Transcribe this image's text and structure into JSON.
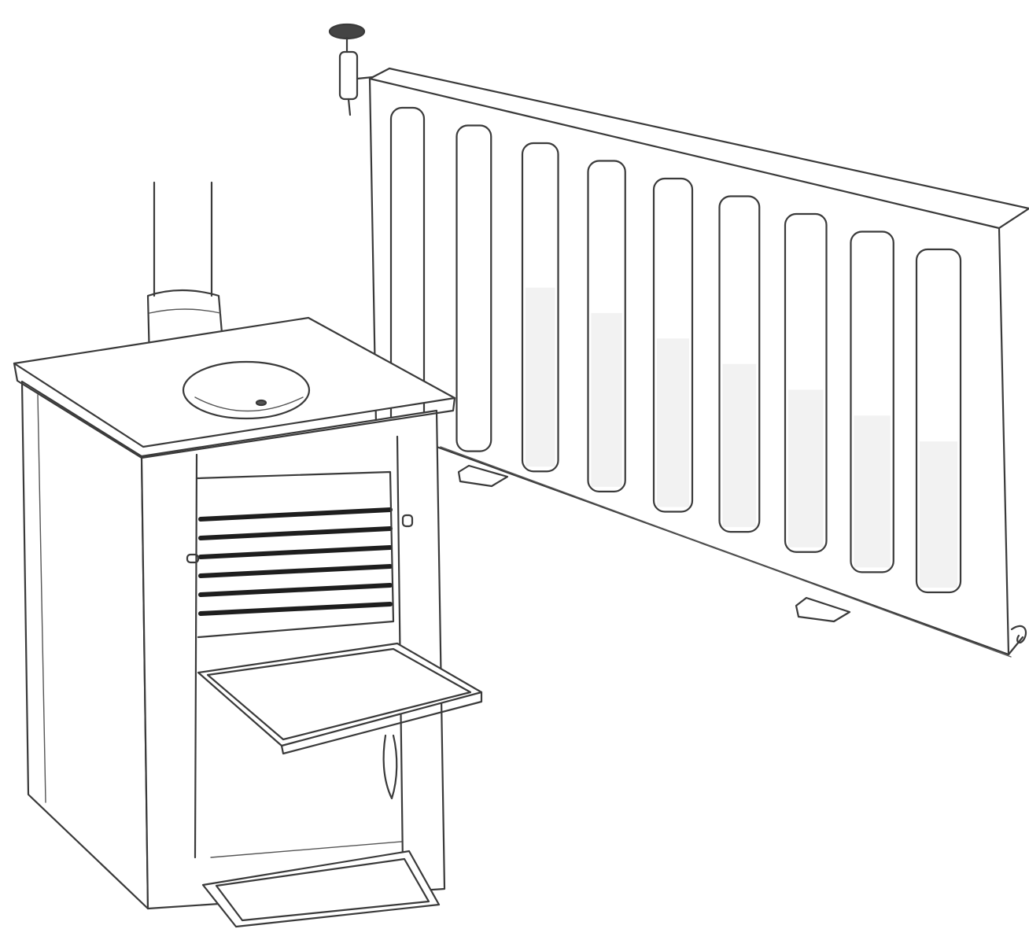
{
  "illustration": {
    "objects": [
      "stove",
      "radiator"
    ],
    "stove": {
      "louver_count": 6
    },
    "radiator": {
      "slot_count": 9
    }
  }
}
